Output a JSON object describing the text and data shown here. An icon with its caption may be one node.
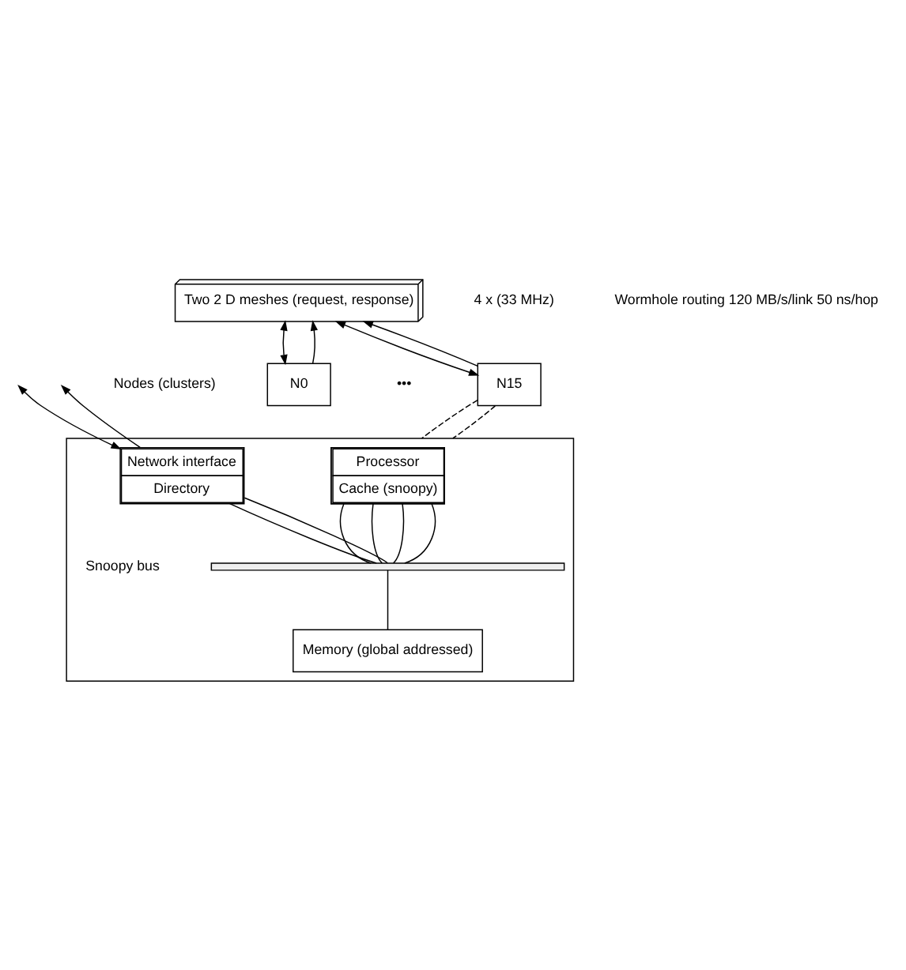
{
  "diagram": {
    "nodes": [
      {
        "text": [
          "Two 2 D meshes (request, response)"
        ]
      },
      {
        "text": [
          "N0"
        ]
      },
      {
        "text": [
          "N15"
        ]
      },
      {
        "text": [],
        "shape": "box"
      },
      {
        "text": [
          "Processor",
          "Cache (snoopy)"
        ],
        "in": 3
      },
      {
        "text": [
          "Network interface",
          "Directory"
        ],
        "in": 3
      },
      {
        "text": [],
        "shape": "bar",
        "in": 3,
        "beside": [
          "Snoopy bus"
        ]
      },
      {
        "text": [
          "Memory (global addressed)"
        ],
        "in": 3
      }
    ],
    "edges": [
      {
        "from": 1,
        "to": 0,
        "arrow": "both"
      },
      {
        "from": 1,
        "to": 0,
        "arrow": "to"
      },
      {
        "from": 2,
        "to": 0,
        "arrow": "both"
      },
      {
        "from": 2,
        "to": 0,
        "arrow": "to"
      },
      {
        "from": 2,
        "to": 3,
        "arrow": "none",
        "style": "dashed"
      },
      {
        "from": 2,
        "to": 3,
        "arrow": "none",
        "style": "dashed"
      },
      {
        "from": 5,
        "to": null,
        "arrow": "both"
      },
      {
        "from": 5,
        "to": null,
        "arrow": "to"
      },
      {
        "from": 4,
        "to": 6,
        "arrow": "none"
      },
      {
        "from": 4,
        "to": 6,
        "arrow": "none"
      },
      {
        "from": 4,
        "to": 6,
        "arrow": "none"
      },
      {
        "from": 4,
        "to": 6,
        "arrow": "none"
      },
      {
        "from": 5,
        "to": 6,
        "arrow": "none"
      },
      {
        "from": 5,
        "to": 6,
        "arrow": "none"
      },
      {
        "from": 6,
        "to": 7,
        "arrow": "none"
      }
    ],
    "labels": [
      "Wormhole routing 120 MB/s/link 50 ns/hop",
      "Nodes (clusters)",
      "•••",
      "4 x (33 MHz)"
    ]
  }
}
